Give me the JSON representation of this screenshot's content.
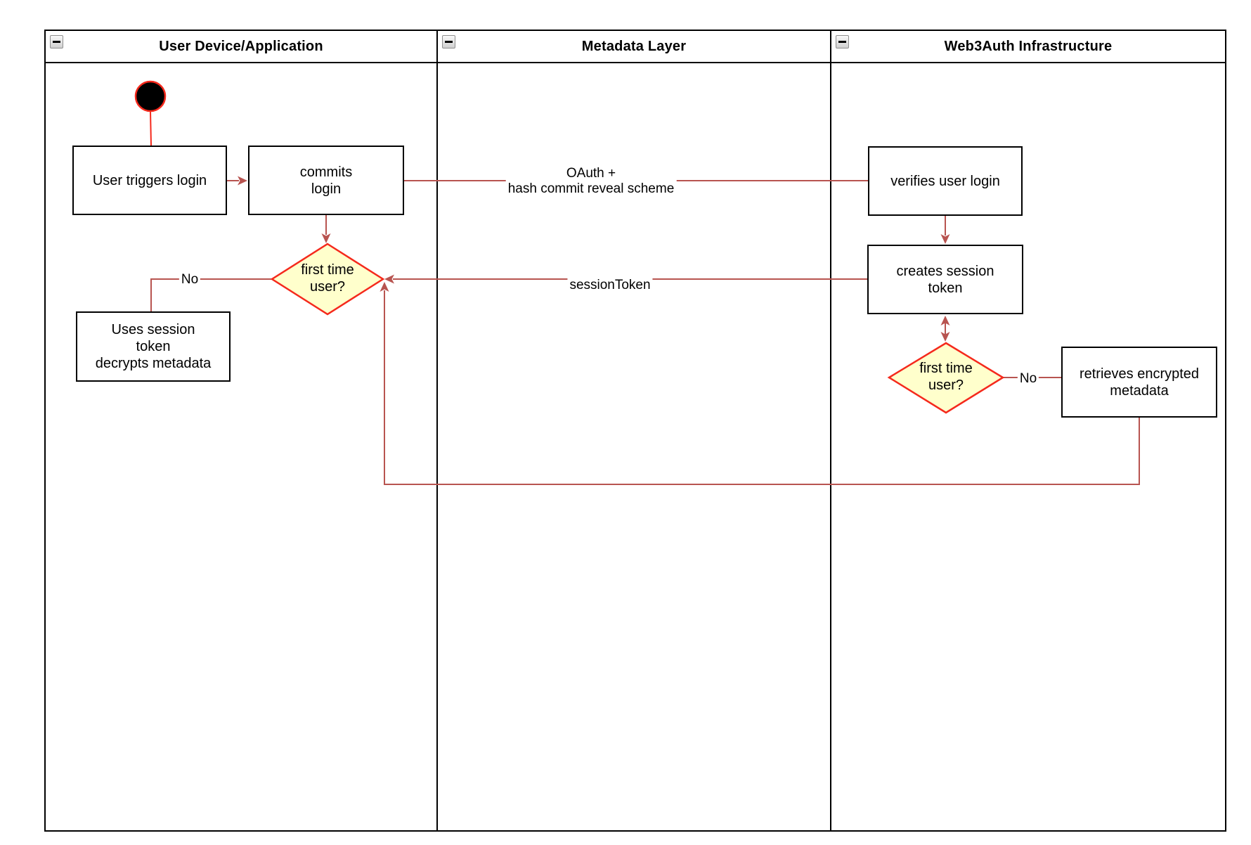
{
  "lanes": [
    {
      "title": "User Device/Application"
    },
    {
      "title": "Metadata Layer"
    },
    {
      "title": "Web3Auth Infrastructure"
    }
  ],
  "nodes": {
    "user_triggers_login": "User triggers login",
    "commits_login": "commits\nlogin",
    "decision_first_time_user_1": "first time\nuser?",
    "uses_session_token": "Uses session\ntoken\ndecrypts metadata",
    "verifies_user_login": "verifies user login",
    "creates_session_token": "creates session\ntoken",
    "decision_first_time_user_2": "first time\nuser?",
    "retrieves_encrypted_metadata": "retrieves encrypted\nmetadata"
  },
  "edge_labels": {
    "oauth": "OAuth +\nhash commit reveal scheme",
    "session_token": "sessionToken",
    "no_1": "No",
    "no_2": "No"
  },
  "icons": {
    "lane_collapse": "minus-icon"
  },
  "colors": {
    "connector": "#b85450",
    "shape_border_red": "#f5291c",
    "decision_fill": "#ffffcc",
    "frame_border": "#000000",
    "node_fill": "#ffffff"
  }
}
